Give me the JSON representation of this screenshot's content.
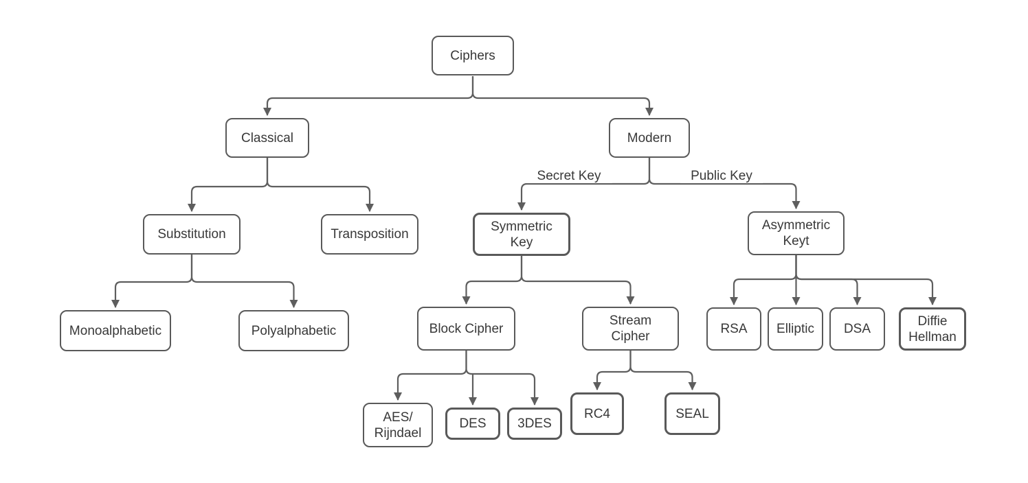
{
  "diagram": {
    "title_node": "Ciphers",
    "nodes": {
      "ciphers": {
        "label": "Ciphers"
      },
      "classical": {
        "label": "Classical"
      },
      "modern": {
        "label": "Modern"
      },
      "substitution": {
        "label": "Substitution"
      },
      "transposition": {
        "label": "Transposition"
      },
      "symmetric_key": {
        "label": "Symmetric\nKey"
      },
      "asymmetric_key": {
        "label": "Asymmetric\nKeyt"
      },
      "monoalphabetic": {
        "label": "Monoalphabetic"
      },
      "polyalphabetic": {
        "label": "Polyalphabetic"
      },
      "block_cipher": {
        "label": "Block Cipher"
      },
      "stream_cipher": {
        "label": "Stream\nCipher"
      },
      "rsa": {
        "label": "RSA"
      },
      "elliptic": {
        "label": "Elliptic"
      },
      "dsa": {
        "label": "DSA"
      },
      "diffie_hellman": {
        "label": "Diffie\nHellman"
      },
      "aes_rijndael": {
        "label": "AES/\nRijndael"
      },
      "des": {
        "label": "DES"
      },
      "3des": {
        "label": "3DES"
      },
      "rc4": {
        "label": "RC4"
      },
      "seal": {
        "label": "SEAL"
      }
    },
    "edge_labels": {
      "secret_key": "Secret Key",
      "public_key": "Public Key"
    },
    "edges": [
      {
        "from": "Ciphers",
        "to": "Classical"
      },
      {
        "from": "Ciphers",
        "to": "Modern"
      },
      {
        "from": "Classical",
        "to": "Substitution"
      },
      {
        "from": "Classical",
        "to": "Transposition"
      },
      {
        "from": "Substitution",
        "to": "Monoalphabetic"
      },
      {
        "from": "Substitution",
        "to": "Polyalphabetic"
      },
      {
        "from": "Modern",
        "to": "Symmetric Key",
        "label": "Secret Key"
      },
      {
        "from": "Modern",
        "to": "Asymmetric Keyt",
        "label": "Public Key"
      },
      {
        "from": "Symmetric Key",
        "to": "Block Cipher"
      },
      {
        "from": "Symmetric Key",
        "to": "Stream Cipher"
      },
      {
        "from": "Block Cipher",
        "to": "AES/Rijndael"
      },
      {
        "from": "Block Cipher",
        "to": "DES"
      },
      {
        "from": "Block Cipher",
        "to": "3DES"
      },
      {
        "from": "Stream Cipher",
        "to": "RC4"
      },
      {
        "from": "Stream Cipher",
        "to": "SEAL"
      },
      {
        "from": "Asymmetric Keyt",
        "to": "RSA"
      },
      {
        "from": "Asymmetric Keyt",
        "to": "Elliptic"
      },
      {
        "from": "Asymmetric Keyt",
        "to": "DSA"
      },
      {
        "from": "Asymmetric Keyt",
        "to": "Diffie Hellman"
      }
    ],
    "colors": {
      "border": "#595959",
      "line": "#5e5e5e",
      "text": "#383838",
      "background": "#ffffff"
    }
  }
}
